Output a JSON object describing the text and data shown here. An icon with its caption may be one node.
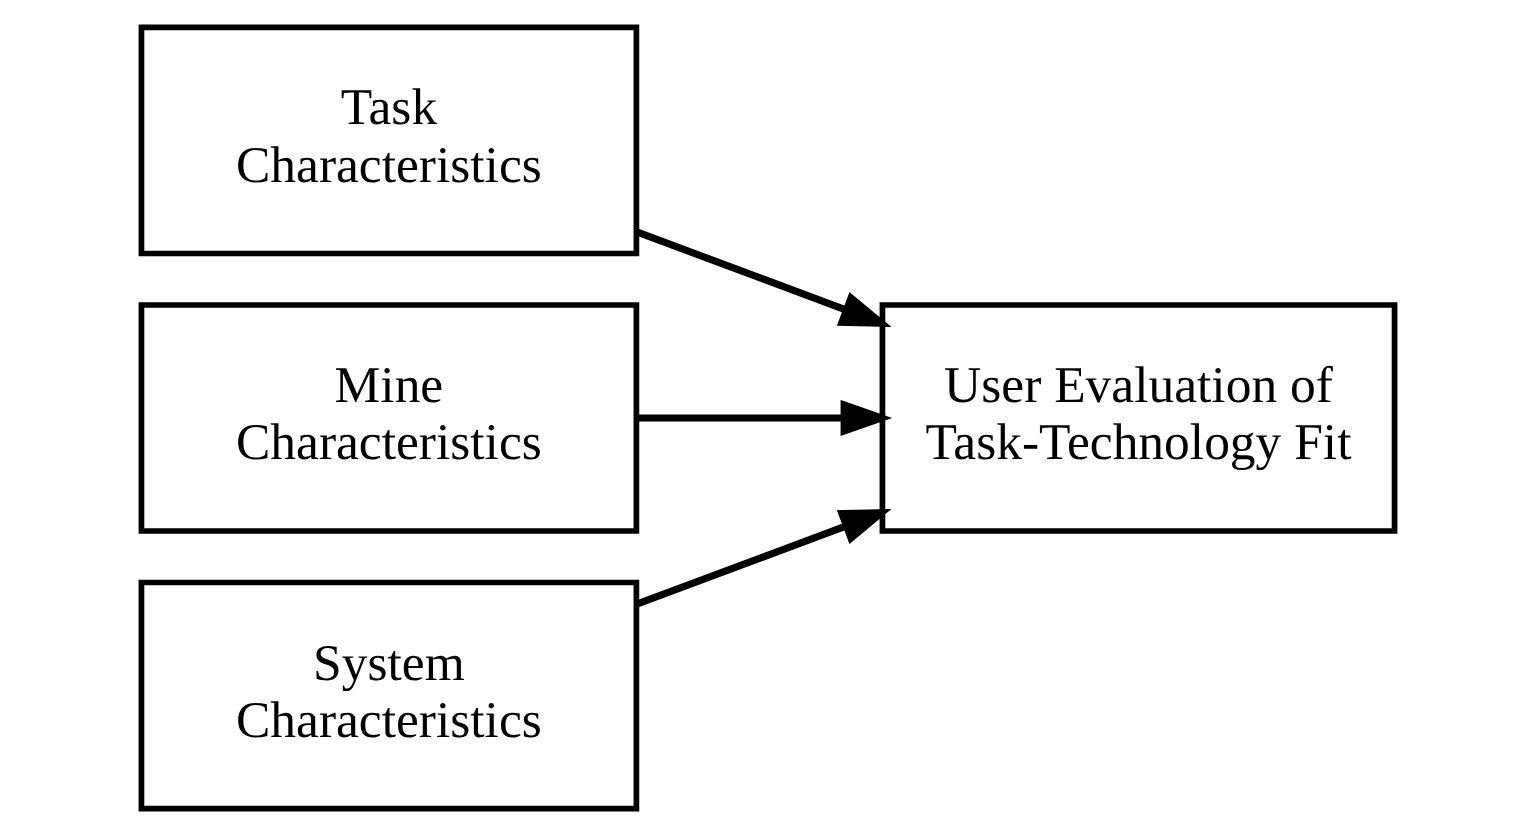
{
  "diagram": {
    "nodes": [
      {
        "text": [
          "Task Characteristics"
        ]
      },
      {
        "text": [
          "Mine Characteristics"
        ]
      },
      {
        "text": [
          "System Characteristics"
        ]
      },
      {
        "text": [
          "User Evaluation of Task-Technology Fit"
        ]
      }
    ],
    "edges": [
      {
        "from": 0,
        "to": 3,
        "arrow": "to"
      },
      {
        "from": 1,
        "to": 3,
        "arrow": "to"
      },
      {
        "from": 2,
        "to": 3,
        "arrow": "to"
      }
    ]
  }
}
